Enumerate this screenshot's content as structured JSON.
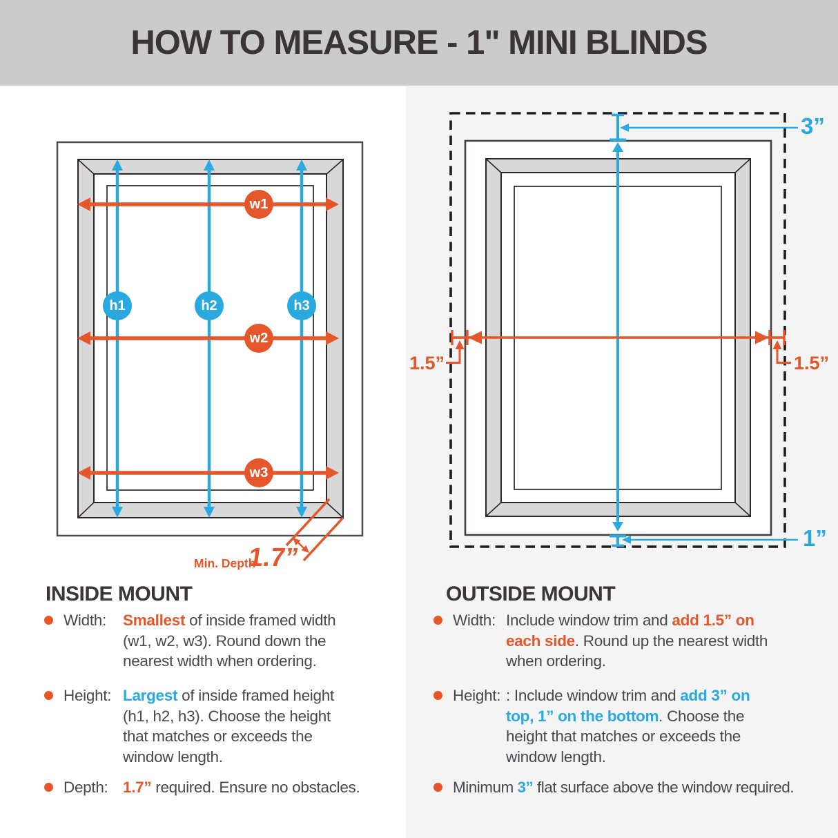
{
  "header": {
    "title": "HOW TO MEASURE - 1\" MINI BLINDS"
  },
  "colors": {
    "orange": "#e5572a",
    "blue": "#29a9e0",
    "header_bg": "#cbcbcb",
    "right_panel_bg": "#f4f4f4",
    "frame_gray": "#d8d8d8",
    "text_dark": "#3a3537"
  },
  "inside_diagram": {
    "w1": "w1",
    "w2": "w2",
    "w3": "w3",
    "h1": "h1",
    "h2": "h2",
    "h3": "h3",
    "min_depth_label": "Min. Depth",
    "min_depth_value": "1.7”"
  },
  "outside_diagram": {
    "top_offset": "3”",
    "left_offset": "1.5”",
    "right_offset": "1.5”",
    "bottom_offset": "1”"
  },
  "inside_mount": {
    "title": "INSIDE MOUNT",
    "width": {
      "label": "Width:",
      "em": "Smallest",
      "l1": " of inside framed width",
      "l2": "(w1, w2, w3). Round down the",
      "l3": "nearest width when ordering."
    },
    "height": {
      "label": "Height:",
      "em": "Largest",
      "l1": " of inside framed height",
      "l2": "(h1, h2, h3). Choose the height",
      "l3": "that matches or exceeds the",
      "l4": "window length."
    },
    "depth": {
      "label": "Depth:",
      "em": "1.7”",
      "rest": " required. Ensure no obstacles."
    }
  },
  "outside_mount": {
    "title": "OUTSIDE MOUNT",
    "width": {
      "label": "Width:",
      "l1a": "Include window trim and ",
      "l1em": "add 1.5” on",
      "l2em": "each side",
      "l2b": ". Round up the nearest width",
      "l3": "when ordering."
    },
    "height": {
      "label": "Height:",
      "l1a": ": Include window trim and ",
      "l1em": "add 3” on",
      "l2em": "top, 1” on the bottom",
      "l2b": ". Choose the",
      "l3": "height that matches or exceeds the",
      "l4": "window length."
    },
    "note": {
      "a": "Minimum ",
      "em": "3”",
      "b": " flat surface above the window required."
    }
  }
}
